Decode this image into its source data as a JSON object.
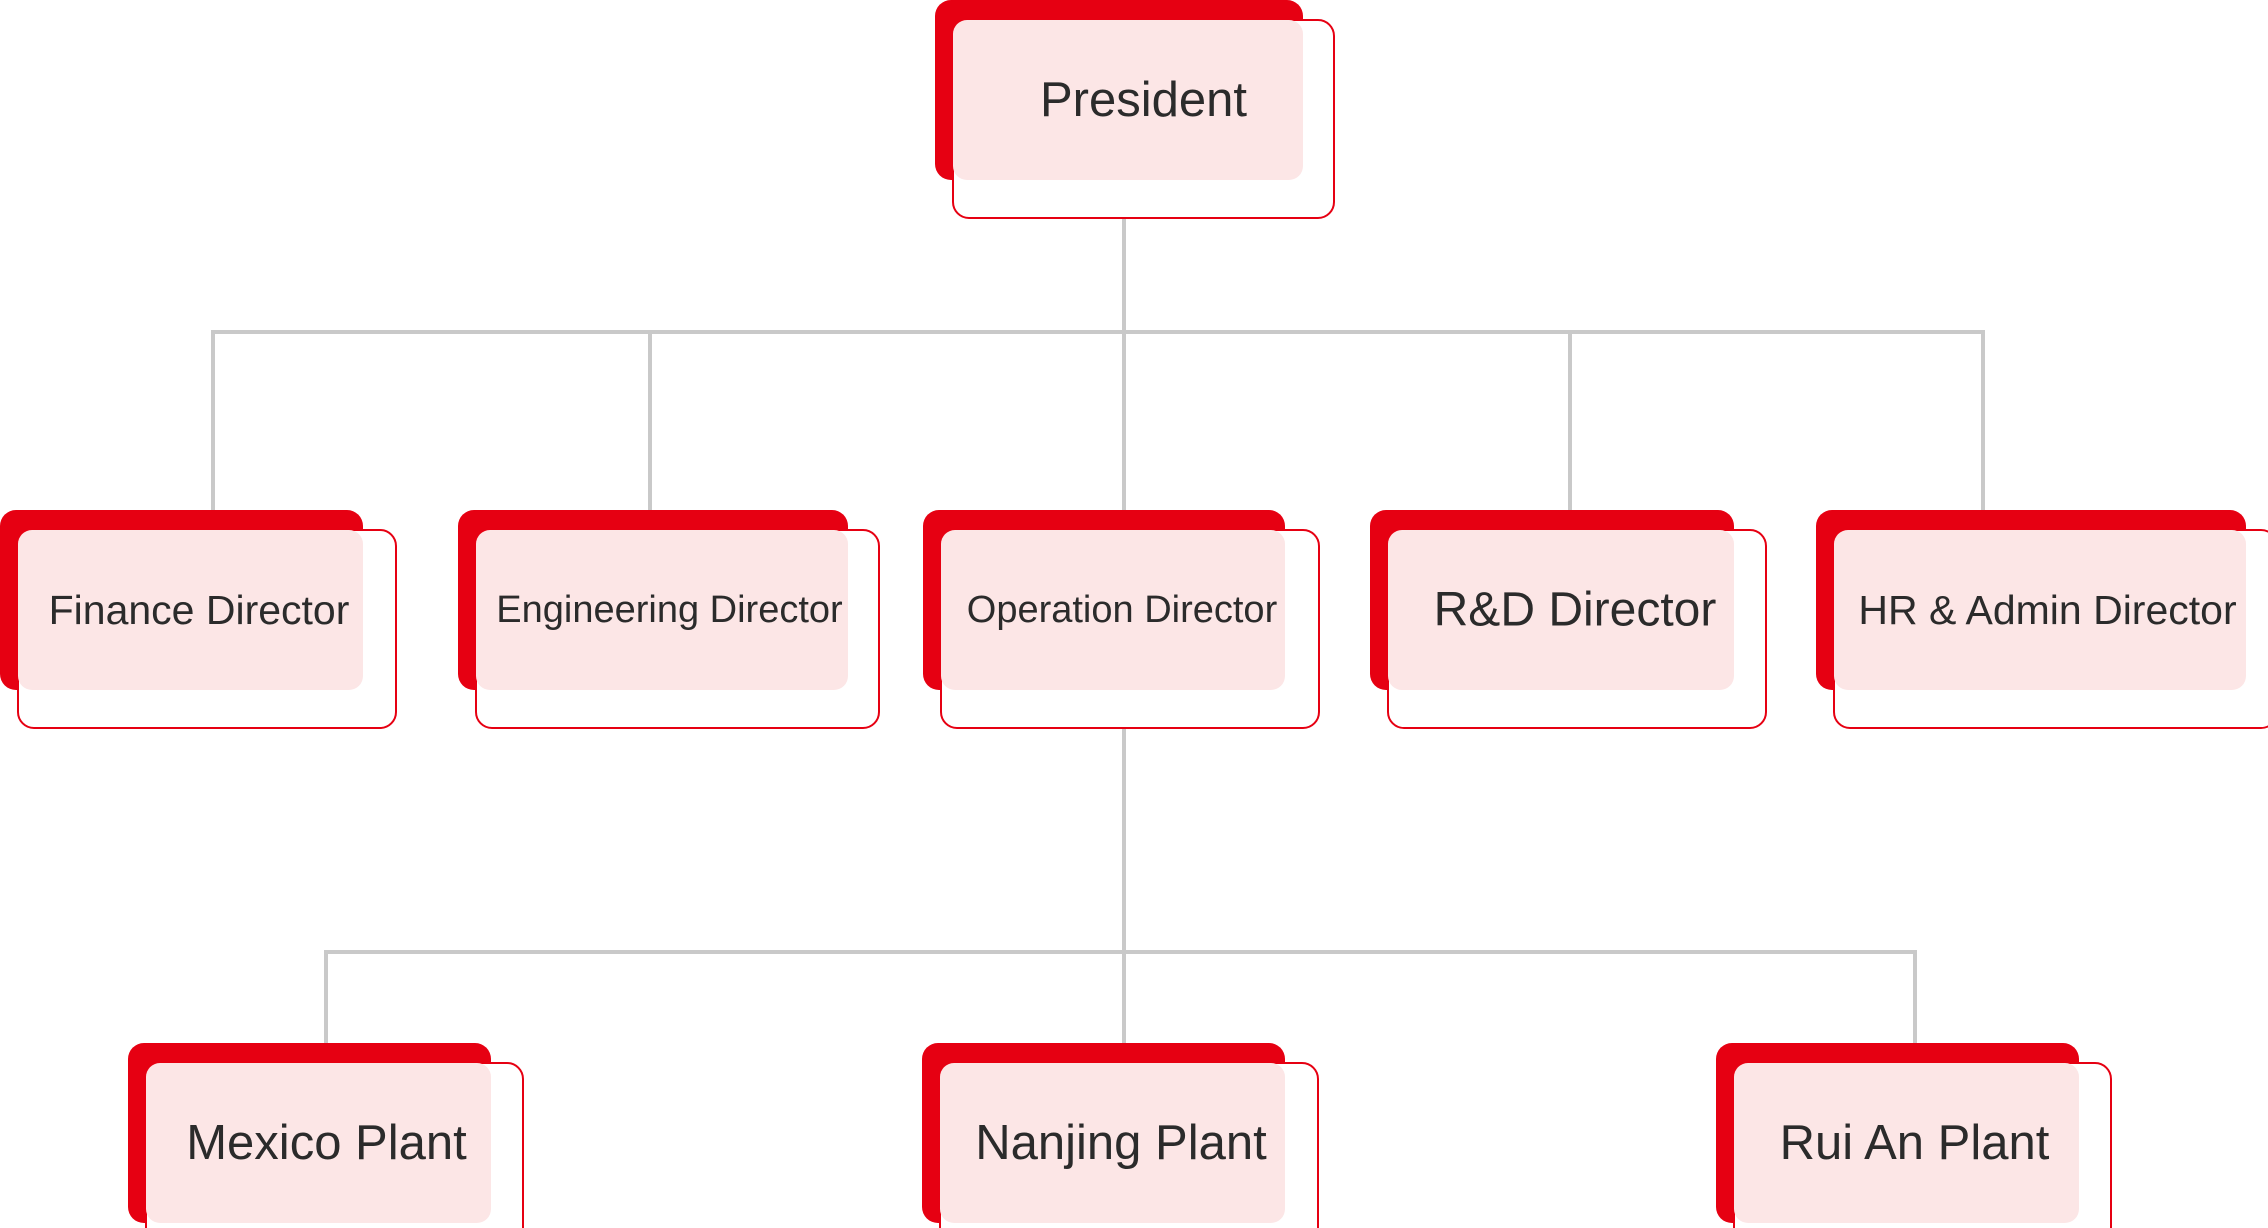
{
  "colors": {
    "accent": "#e60012",
    "card_fill": "#fce6e6",
    "card_border": "#e60012",
    "connector": "#c9c9c9",
    "text": "#2b2b2b"
  },
  "org_chart": {
    "root": {
      "id": "president",
      "label": "President",
      "children": [
        {
          "id": "finance-director",
          "label": "Finance Director",
          "children": []
        },
        {
          "id": "engineering-director",
          "label": "Engineering Director",
          "children": []
        },
        {
          "id": "operation-director",
          "label": "Operation Director",
          "children": [
            {
              "id": "mexico-plant",
              "label": "Mexico Plant",
              "children": []
            },
            {
              "id": "nanjing-plant",
              "label": "Nanjing Plant",
              "children": []
            },
            {
              "id": "rui-an-plant",
              "label": "Rui An Plant",
              "children": []
            }
          ]
        },
        {
          "id": "rd-director",
          "label": "R&D Director",
          "children": []
        },
        {
          "id": "hr-admin-director",
          "label": "HR & Admin Director",
          "children": []
        }
      ]
    }
  }
}
